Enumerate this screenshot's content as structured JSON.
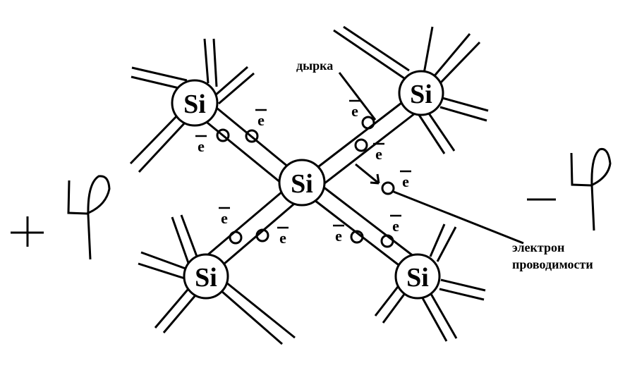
{
  "diagram": {
    "atoms": [
      {
        "id": "si-top-left",
        "label": "Si"
      },
      {
        "id": "si-top-right",
        "label": "Si"
      },
      {
        "id": "si-center",
        "label": "Si"
      },
      {
        "id": "si-bottom-left",
        "label": "Si"
      },
      {
        "id": "si-bottom-right",
        "label": "Si"
      }
    ],
    "electron_symbol": "e",
    "hole_label": "дырка",
    "conduction_electron_label_line1": "электрон",
    "conduction_electron_label_line2": "проводимости",
    "left_potential": "+φ",
    "right_potential": "−φ"
  }
}
